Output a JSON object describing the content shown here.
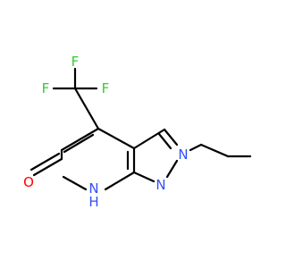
{
  "colors": {
    "background": "#ffffff",
    "bond": "#000000",
    "fluorine": "#33cc33",
    "oxygen": "#ff0000",
    "nitrogen": "#3050f8"
  },
  "atoms": {
    "f_top": "F",
    "f_left": "F",
    "f_right": "F",
    "oxygen": "O",
    "nh_n": "N",
    "nh_h": "H",
    "n_lower": "N",
    "n_right": "N"
  }
}
